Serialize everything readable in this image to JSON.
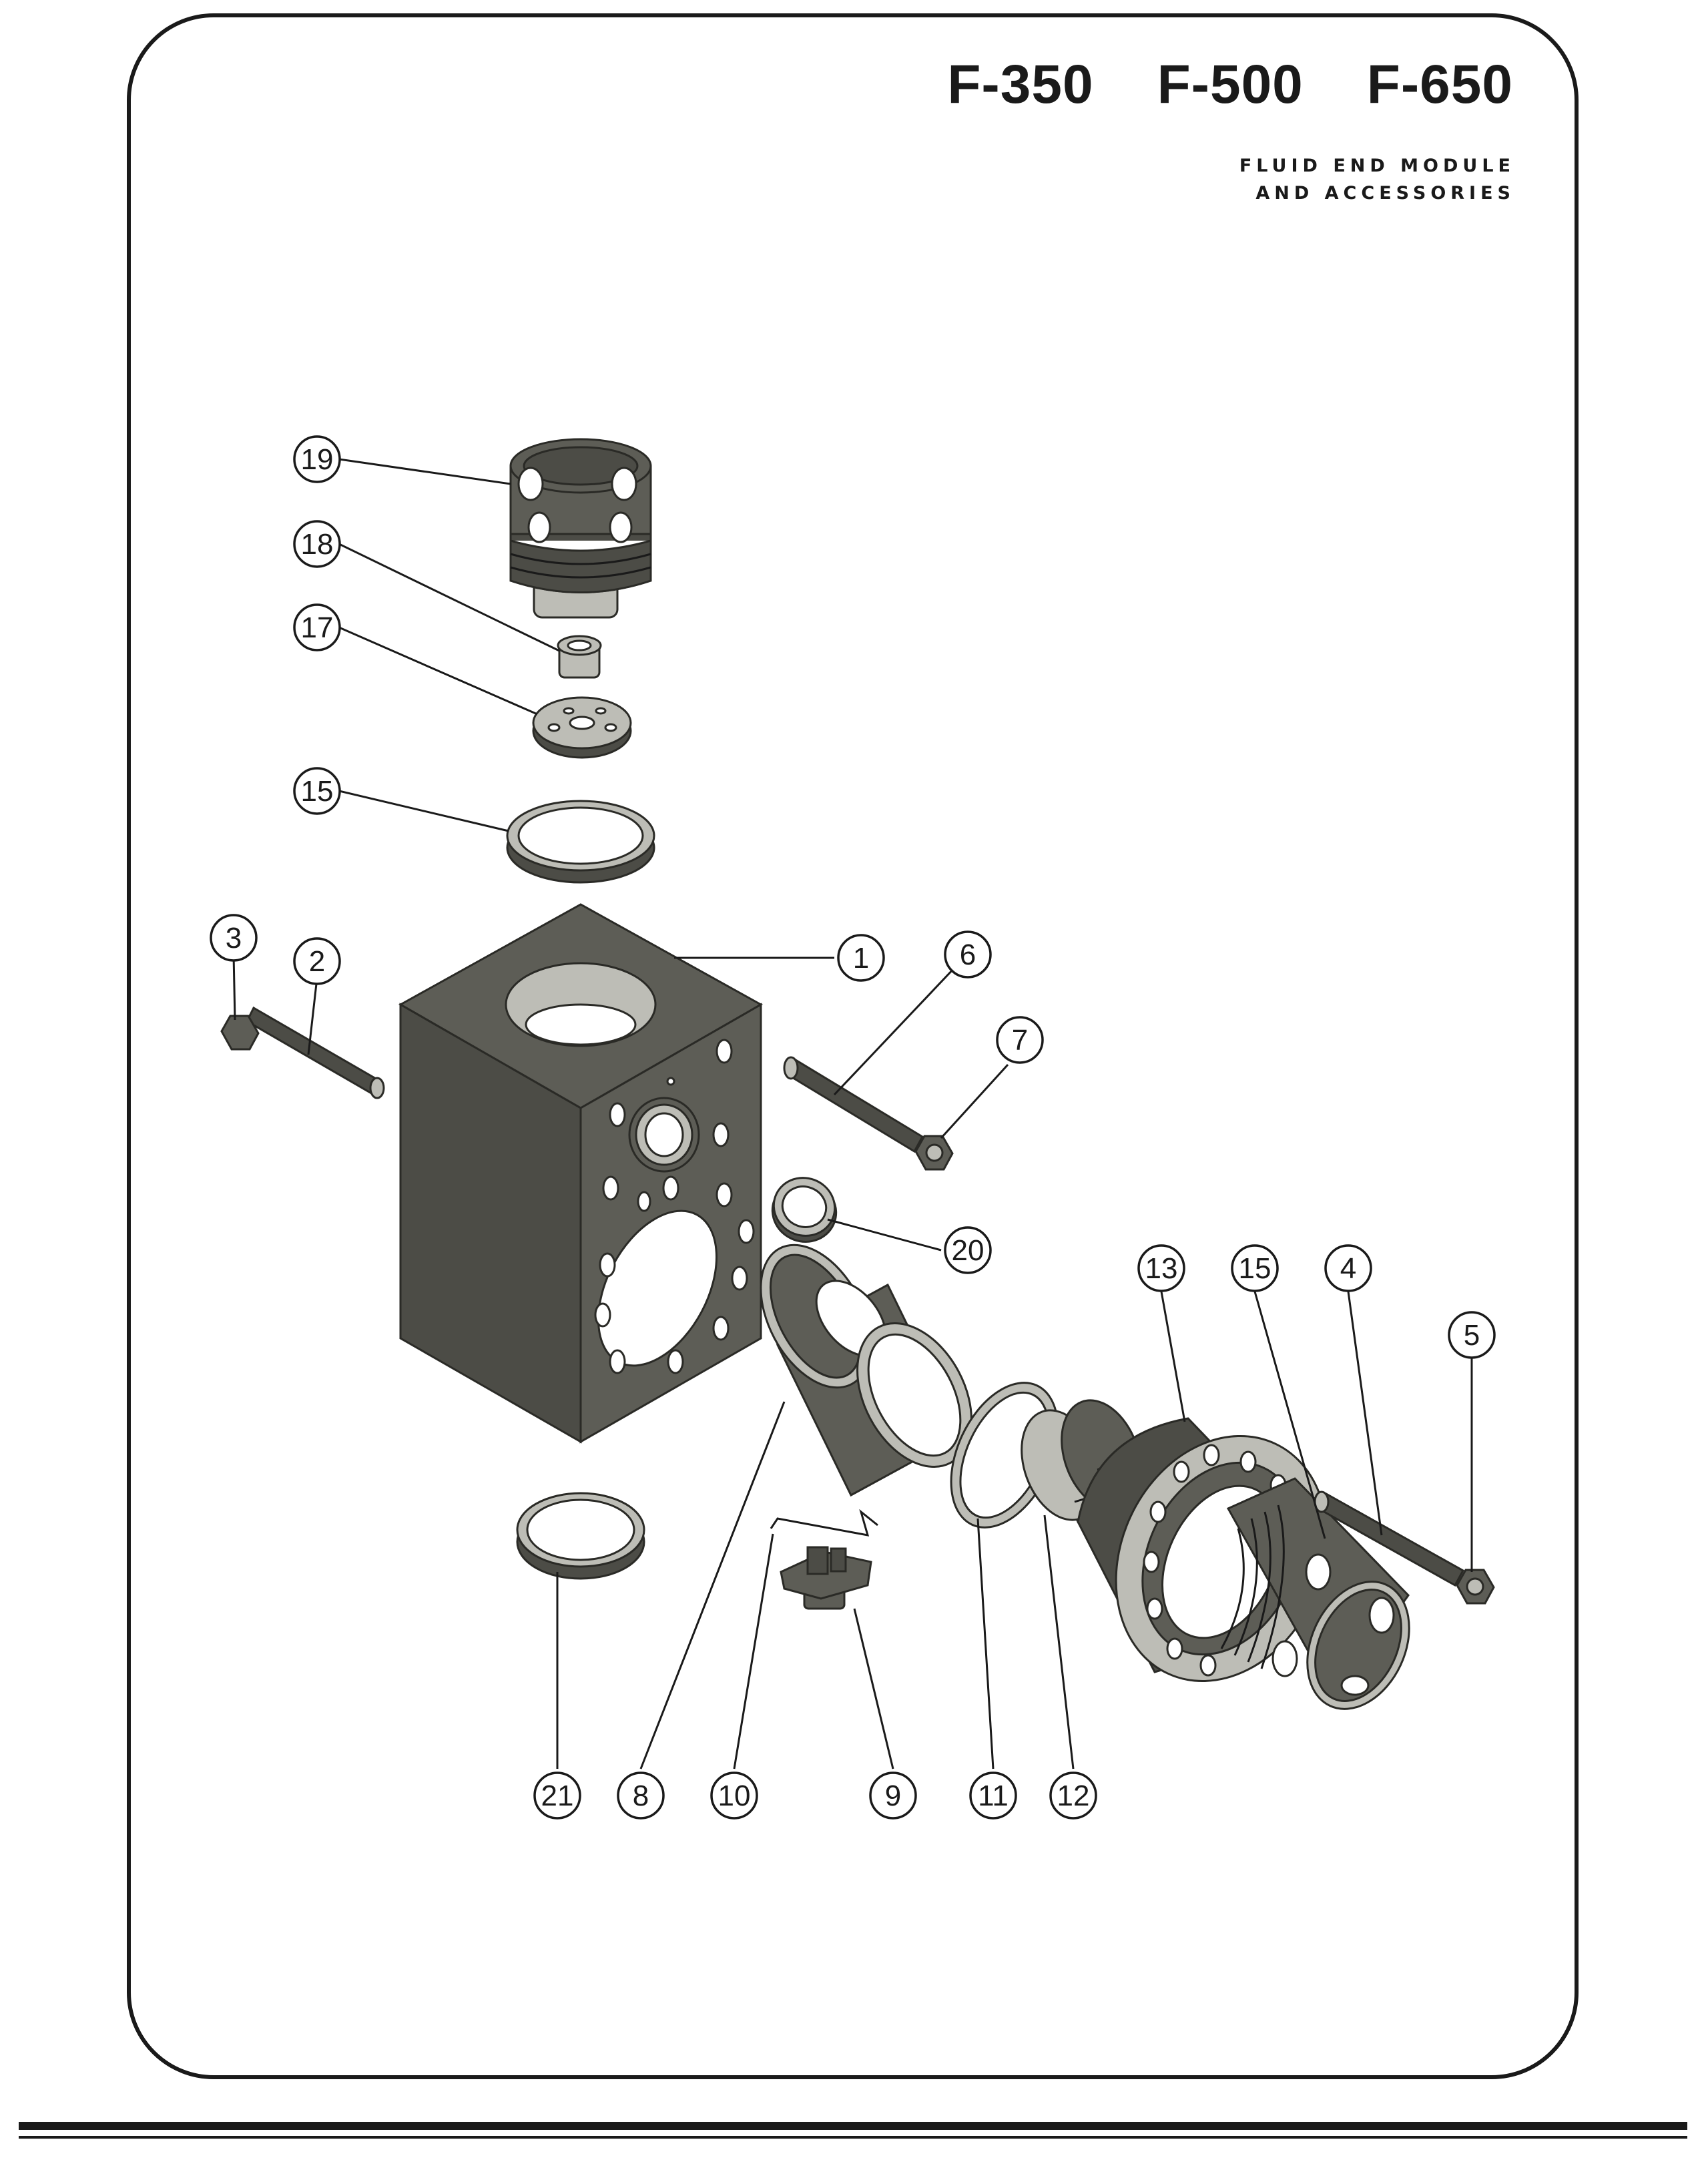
{
  "header": {
    "models": [
      "F-350",
      "F-500",
      "F-650"
    ],
    "subtitle_line1": "FLUID END MODULE",
    "subtitle_line2": "AND ACCESSORIES"
  },
  "callouts": [
    {
      "id": "19",
      "label": "19"
    },
    {
      "id": "18",
      "label": "18"
    },
    {
      "id": "17",
      "label": "17"
    },
    {
      "id": "15a",
      "label": "15"
    },
    {
      "id": "3",
      "label": "3"
    },
    {
      "id": "2",
      "label": "2"
    },
    {
      "id": "1",
      "label": "1"
    },
    {
      "id": "6",
      "label": "6"
    },
    {
      "id": "7",
      "label": "7"
    },
    {
      "id": "20",
      "label": "20"
    },
    {
      "id": "13",
      "label": "13"
    },
    {
      "id": "15b",
      "label": "15"
    },
    {
      "id": "4",
      "label": "4"
    },
    {
      "id": "5",
      "label": "5"
    },
    {
      "id": "21",
      "label": "21"
    },
    {
      "id": "8",
      "label": "8"
    },
    {
      "id": "10",
      "label": "10"
    },
    {
      "id": "9",
      "label": "9"
    },
    {
      "id": "11",
      "label": "11"
    },
    {
      "id": "12",
      "label": "12"
    }
  ],
  "colors": {
    "part_dark": "#5d5d56",
    "part_light": "#bdbdb6",
    "line": "#1a1a1a"
  }
}
